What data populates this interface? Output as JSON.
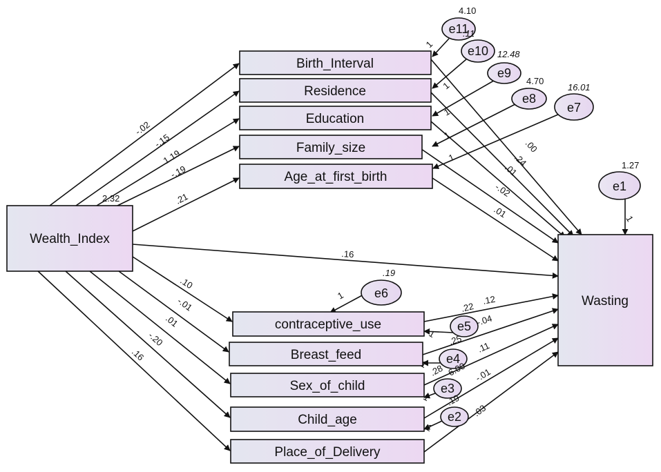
{
  "observed": {
    "wealth_index": "Wealth_Index",
    "wasting": "Wasting",
    "birth_interval": "Birth_Interval",
    "residence": "Residence",
    "education": "Education",
    "family_size": "Family_size",
    "age_at_first_birth": "Age_at_first_birth",
    "contraceptive_use": "contraceptive_use",
    "breast_feed": "Breast_feed",
    "sex_of_child": "Sex_of_child",
    "child_age": "Child_age",
    "place_of_delivery": "Place_of_Delivery"
  },
  "errors": {
    "e1": "e1",
    "e2": "e2",
    "e3": "e3",
    "e4": "e4",
    "e5": "e5",
    "e6": "e6",
    "e7": "e7",
    "e8": "e8",
    "e9": "e9",
    "e10": "e10",
    "e11": "e11"
  },
  "variances": {
    "wealth_index": "2.32",
    "e1": "1.27",
    "e6": ".19",
    "e7": "16.01",
    "e8": "4.70",
    "e9": "12.48",
    "e10": ".11",
    "e11": "4.10",
    "e5": ".22",
    "e4": ".25",
    "e3": ".28",
    "e3b": "6.00",
    "e2": ".19"
  },
  "paths_from_wealth": {
    "birth_interval": "-.02",
    "residence": "-.15",
    "education": "1.19",
    "family_size": "-.19",
    "age_at_first_birth": ".21",
    "wasting": ".16",
    "contraceptive_use": ".10",
    "breast_feed": "-.01",
    "sex_of_child": ".01",
    "child_age": "-.20",
    "place_of_delivery": ".16"
  },
  "paths_to_wasting": {
    "birth_interval": ".00",
    "residence": ".24",
    "education": ".01",
    "family_size": "-.02",
    "age_at_first_birth": ".01",
    "contraceptive_use": ".12",
    "breast_feed": "-.04",
    "sex_of_child": ".11",
    "child_age": "-.01",
    "place_of_delivery": ".03"
  },
  "error_weights": {
    "e1": "1",
    "e6": "1",
    "e11": "1",
    "e10": "1",
    "e9": "1",
    "e8": "1",
    "e7": "1",
    "e5": "1",
    "e4": "1",
    "e3": "1",
    "e2": "1"
  }
}
